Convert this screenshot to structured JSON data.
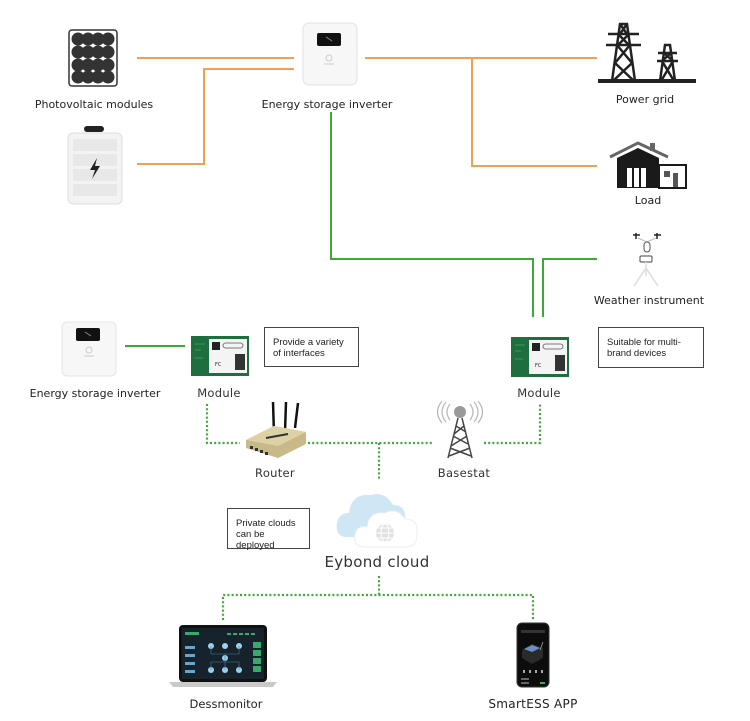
{
  "colors": {
    "power_line": "#F0A050",
    "data_line": "#3DAA35",
    "wireless_dotted": "#3DAA35"
  },
  "nodes": {
    "pv": {
      "label": "Photovoltaic modules",
      "icon": "solar-panel-icon"
    },
    "battery": {
      "label": "",
      "icon": "battery-icon"
    },
    "inverter_top": {
      "label": "Energy storage inverter",
      "icon": "inverter-icon"
    },
    "grid": {
      "label": "Power grid",
      "icon": "power-tower-icon"
    },
    "load": {
      "label": "Load",
      "icon": "house-icon"
    },
    "weather": {
      "label": "Weather instrument",
      "icon": "weather-station-icon"
    },
    "inverter_left": {
      "label": "Energy storage inverter",
      "icon": "inverter-icon"
    },
    "module_left": {
      "label": "Module",
      "icon": "module-board-icon"
    },
    "module_right": {
      "label": "Module",
      "icon": "module-board-icon"
    },
    "router": {
      "label": "Router",
      "icon": "router-icon"
    },
    "basestat": {
      "label": "Basestat",
      "icon": "cell-tower-icon"
    },
    "cloud": {
      "label": "Eybond cloud",
      "icon": "cloud-icon"
    },
    "dessmonitor": {
      "label": "Dessmonitor",
      "icon": "laptop-icon"
    },
    "smartess": {
      "label": "SmartESS APP",
      "icon": "smartphone-icon"
    }
  },
  "notes": {
    "interfaces": "Provide a variety of interfaces",
    "multibrand": "Suitable for multi-brand devices",
    "private_cloud": "Private clouds can be deployed"
  }
}
